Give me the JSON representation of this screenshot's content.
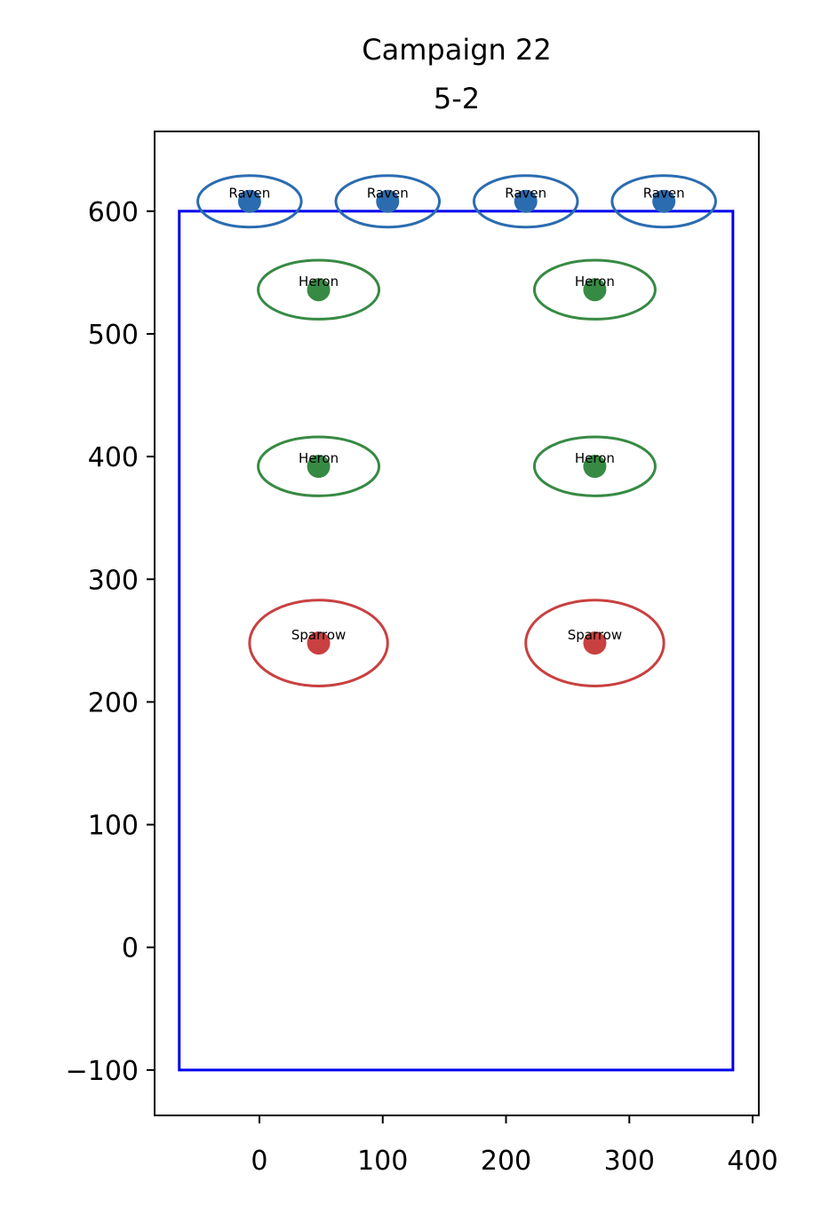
{
  "chart_data": {
    "type": "scatter",
    "title": "Campaign 22",
    "subtitle": "5-2",
    "xlabel": "",
    "ylabel": "",
    "xlim": [
      -85,
      405
    ],
    "ylim": [
      -137,
      665
    ],
    "x_ticks": [
      0,
      100,
      200,
      300,
      400
    ],
    "y_ticks": [
      600,
      500,
      400,
      300,
      200,
      100,
      0,
      -100
    ],
    "x_tick_labels": [
      "0",
      "100",
      "200",
      "300",
      "400"
    ],
    "y_tick_labels": [
      "600",
      "500",
      "400",
      "300",
      "200",
      "100",
      "0",
      "−100"
    ],
    "grid": false,
    "boundary": {
      "x0": -65,
      "y0": -100,
      "x1": 384,
      "y1": 600,
      "color": "#0000ee"
    },
    "units": [
      {
        "label": "Raven",
        "x": -8,
        "y": 608,
        "rx": 42,
        "ry": 21,
        "color": "#2b6cb0"
      },
      {
        "label": "Raven",
        "x": 104,
        "y": 608,
        "rx": 42,
        "ry": 21,
        "color": "#2b6cb0"
      },
      {
        "label": "Raven",
        "x": 216,
        "y": 608,
        "rx": 42,
        "ry": 21,
        "color": "#2b6cb0"
      },
      {
        "label": "Raven",
        "x": 328,
        "y": 608,
        "rx": 42,
        "ry": 21,
        "color": "#2b6cb0"
      },
      {
        "label": "Heron",
        "x": 48,
        "y": 536,
        "rx": 49,
        "ry": 24,
        "color": "#378a43"
      },
      {
        "label": "Heron",
        "x": 272,
        "y": 536,
        "rx": 49,
        "ry": 24,
        "color": "#378a43"
      },
      {
        "label": "Heron",
        "x": 48,
        "y": 392,
        "rx": 49,
        "ry": 24,
        "color": "#378a43"
      },
      {
        "label": "Heron",
        "x": 272,
        "y": 392,
        "rx": 49,
        "ry": 24,
        "color": "#378a43"
      },
      {
        "label": "Sparrow",
        "x": 48,
        "y": 248,
        "rx": 56,
        "ry": 35,
        "color": "#c94040"
      },
      {
        "label": "Sparrow",
        "x": 272,
        "y": 248,
        "rx": 56,
        "ry": 35,
        "color": "#c94040"
      }
    ]
  }
}
